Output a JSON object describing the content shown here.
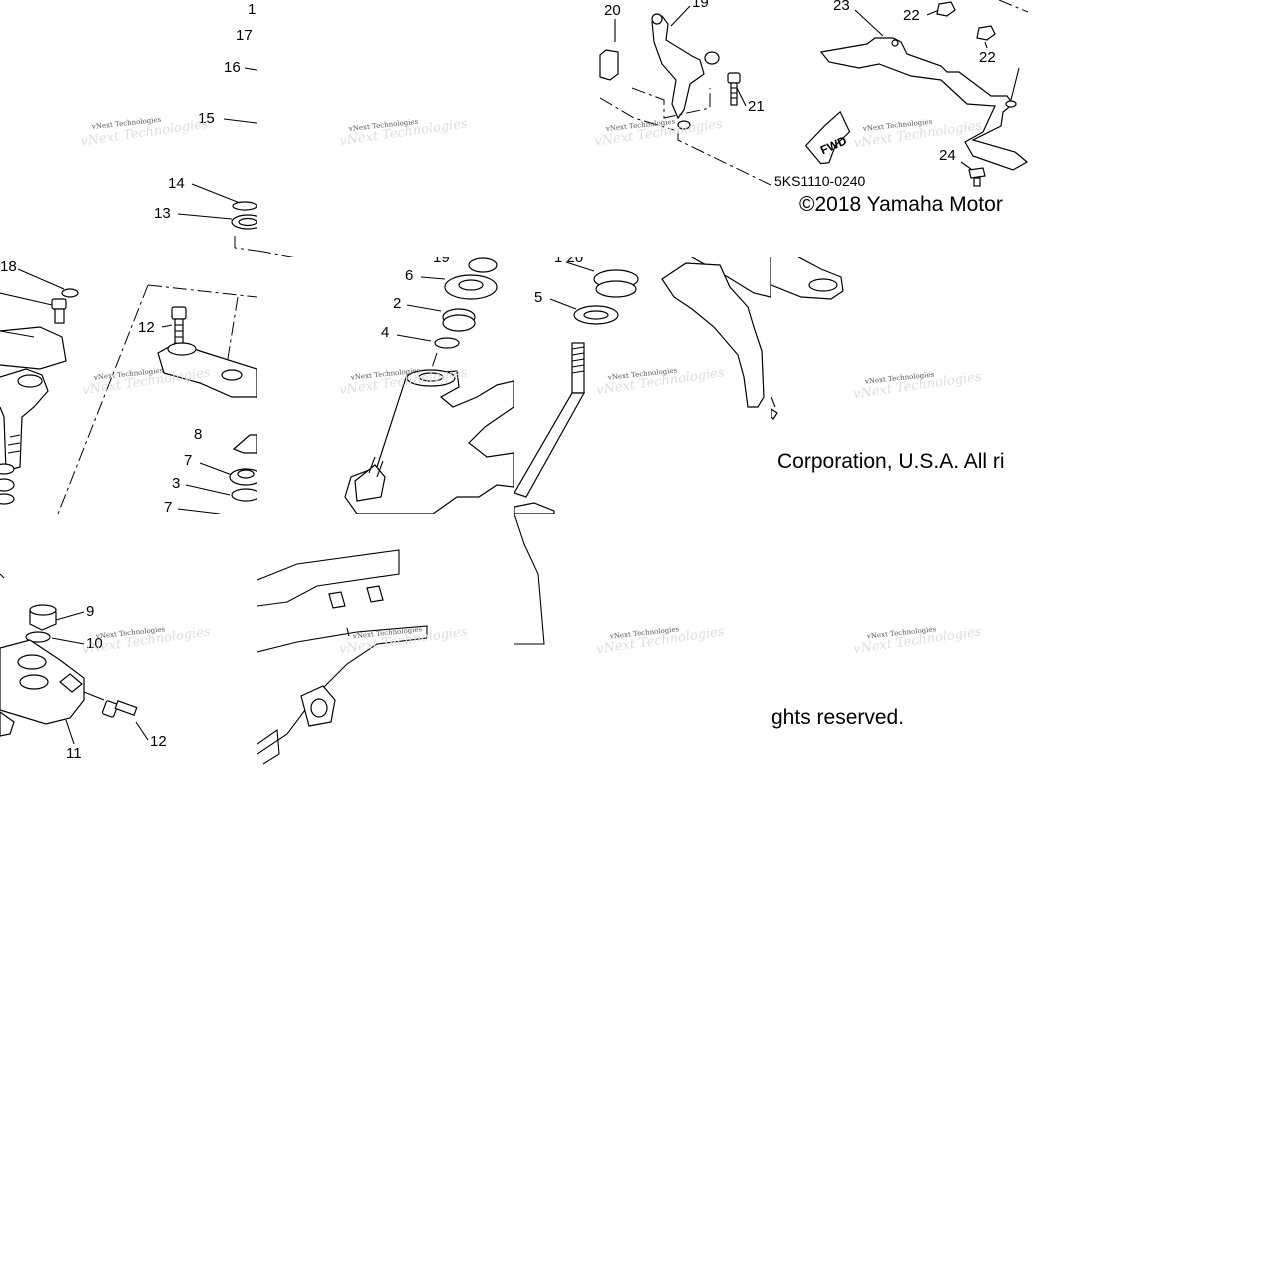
{
  "diagram": {
    "part_code": "5KS1110-0240",
    "copyright_line1": "©2018 Yamaha Motor",
    "copyright_line2": "Corporation, U.S.A. All ri",
    "copyright_line3": "ghts reserved.",
    "fwd_arrow_label": "FWD",
    "watermark": "vNext Technologies",
    "callouts": {
      "c1": "1",
      "c17": "17",
      "c16": "16",
      "c15": "15",
      "c14": "14",
      "c13": "13",
      "c18": "18",
      "c12a": "12",
      "c8": "8",
      "c7a": "7",
      "c3": "3",
      "c7b": "7",
      "c9": "9",
      "c10": "10",
      "c11": "11",
      "c12b": "12",
      "c6": "6",
      "c2": "2",
      "c4": "4",
      "c5": "5",
      "c20": "20",
      "c19": "19",
      "c21": "21",
      "c23": "23",
      "c22a": "22",
      "c22b": "22",
      "c24": "24"
    }
  }
}
